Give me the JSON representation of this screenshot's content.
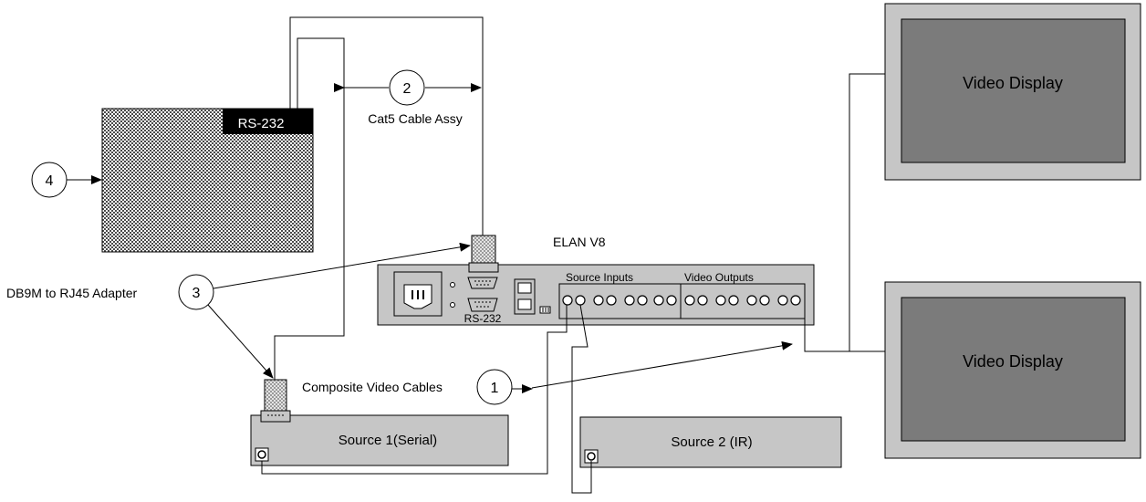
{
  "controller": {
    "title": "ELAN V8",
    "rs232_label": "RS-232",
    "source_inputs_label": "Source Inputs",
    "video_outputs_label": "Video Outputs"
  },
  "serial_device": {
    "port_label": "RS-232"
  },
  "displays": [
    {
      "label": "Video Display"
    },
    {
      "label": "Video Display"
    }
  ],
  "sources": [
    {
      "label": "Source 1(Serial)"
    },
    {
      "label": "Source 2 (IR)"
    }
  ],
  "callouts": [
    {
      "number": "1",
      "text": "Composite Video Cables"
    },
    {
      "number": "2",
      "text": "Cat5 Cable Assy"
    },
    {
      "number": "3",
      "text": "DB9M to RJ45 Adapter"
    },
    {
      "number": "4",
      "text": ""
    }
  ]
}
